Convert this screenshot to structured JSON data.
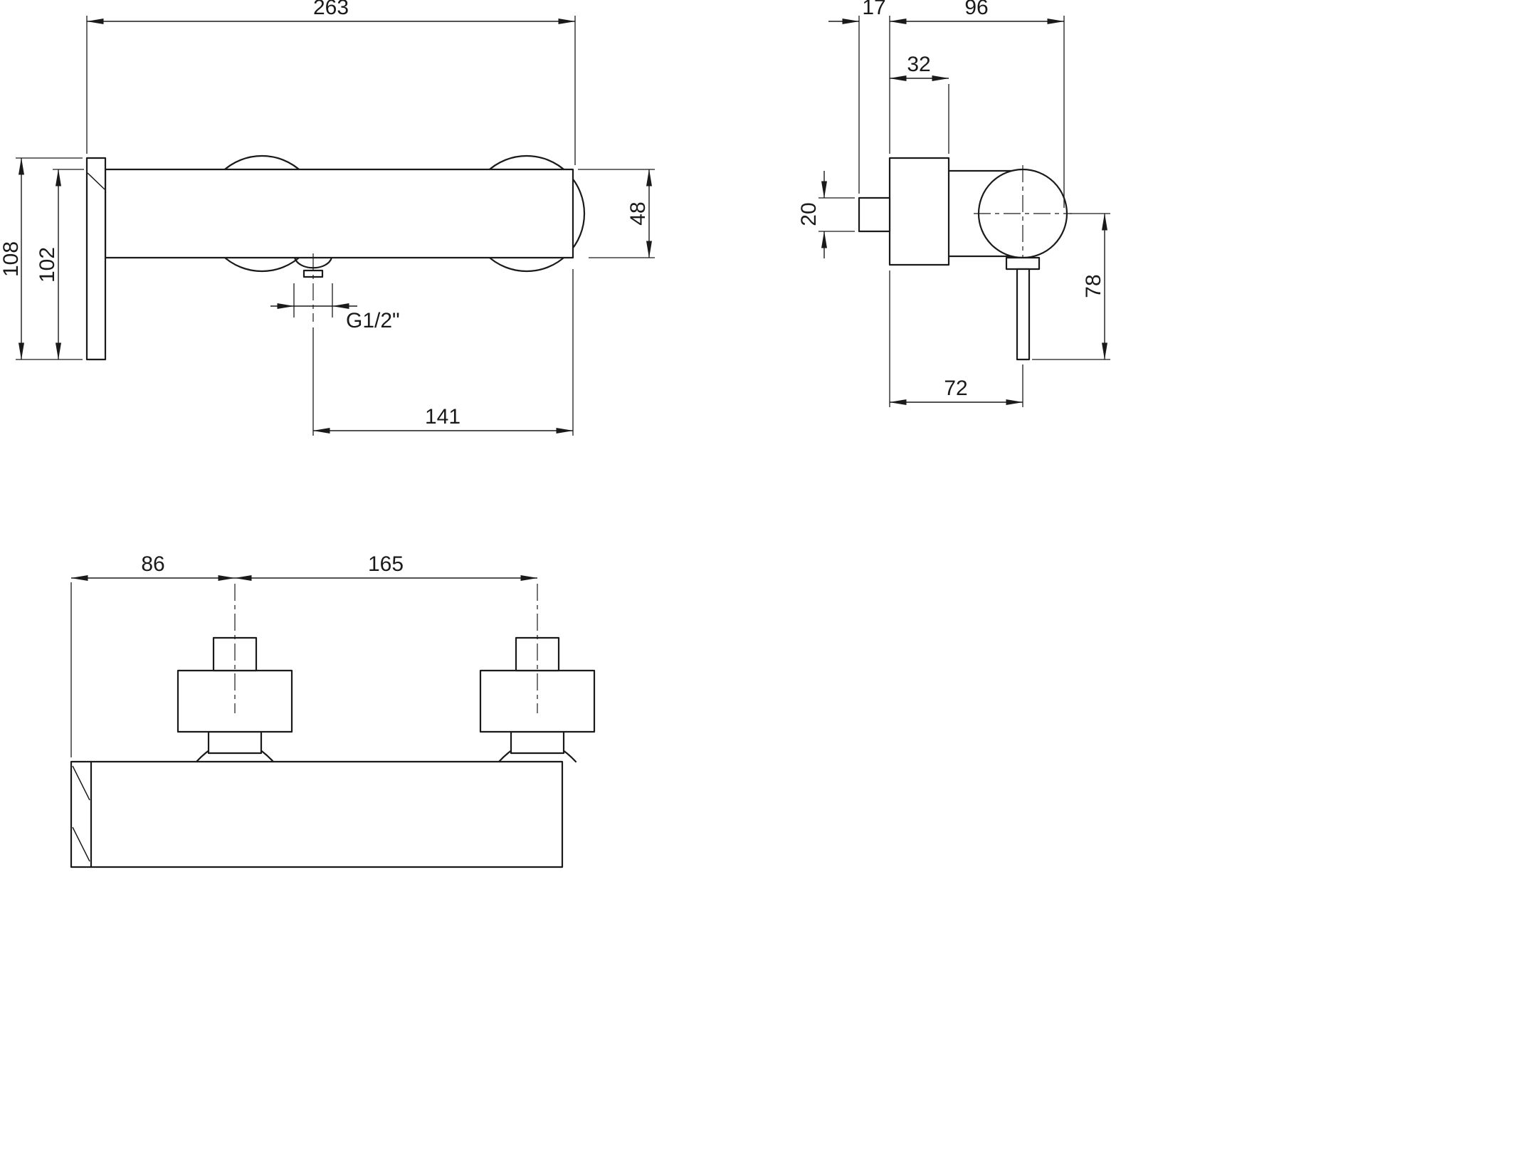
{
  "drawing": {
    "type": "technical-dimension-drawing",
    "subject": "wall-mounted single-lever shower mixer",
    "colors": {
      "line": "#1a1a1a",
      "background": "#ffffff"
    },
    "front_view": {
      "width": "263",
      "height_total": "108",
      "height_handle": "102",
      "body_height": "48",
      "outlet_thread": "G1/2\"",
      "outlet_to_end": "141"
    },
    "side_view": {
      "outlet_projection": "17",
      "total_depth": "96",
      "plate_depth": "32",
      "outlet_height": "20",
      "handle_drop": "78",
      "body_center_depth": "72"
    },
    "bottom_view": {
      "end_to_first_center": "86",
      "centers_distance": "165"
    }
  }
}
